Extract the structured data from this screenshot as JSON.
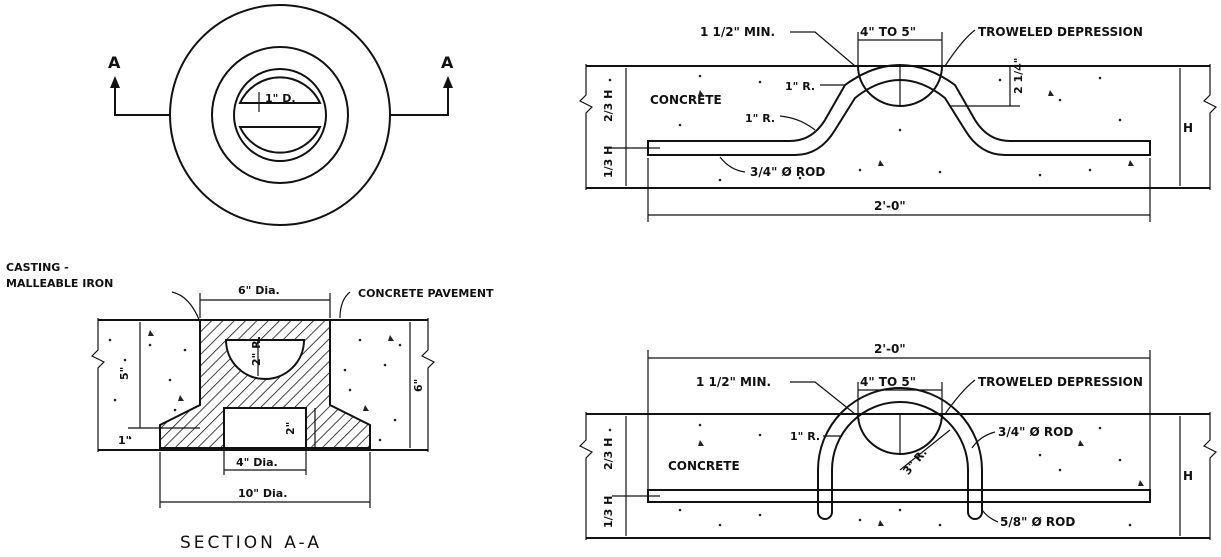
{
  "plan_view": {
    "section_mark_left": "A",
    "section_mark_right": "A",
    "slot_depth_label": "1\" D."
  },
  "section_aa": {
    "title": "SECTION A-A",
    "casting_label_line1": "CASTING -",
    "casting_label_line2": "MALLEABLE IRON",
    "top_dia": "6\" Dia.",
    "pavement_label": "CONCRETE PAVEMENT",
    "depth_5": "5\"",
    "depth_6": "6\"",
    "depth_1": "1\"",
    "radius_2": "2\" R.",
    "height_2": "2\"",
    "inner_dia": "4\" Dia.",
    "base_dia": "10\" Dia."
  },
  "detail_upper": {
    "min_label": "1 1/2\" MIN.",
    "width_label": "4\" TO 5\"",
    "troweled": "TROWELED DEPRESSION",
    "concrete": "CONCRETE",
    "r1": "1\" R.",
    "r2": "1\" R.",
    "depth_label": "2 1/4\"",
    "two_thirds": "2/3 H",
    "one_third": "1/3 H",
    "h": "H",
    "rod": "3/4\" Ø ROD",
    "length": "2'-0\""
  },
  "detail_lower": {
    "length": "2'-0\"",
    "min_label": "1 1/2\" MIN.",
    "width_label": "4\" TO 5\"",
    "troweled": "TROWELED DEPRESSION",
    "r1": "1\" R.",
    "rod_top": "3/4\" Ø ROD",
    "r3": "3\" R.",
    "concrete": "CONCRETE",
    "two_thirds": "2/3 H",
    "one_third": "1/3 H",
    "h": "H",
    "rod_bottom": "5/8\" Ø ROD"
  }
}
